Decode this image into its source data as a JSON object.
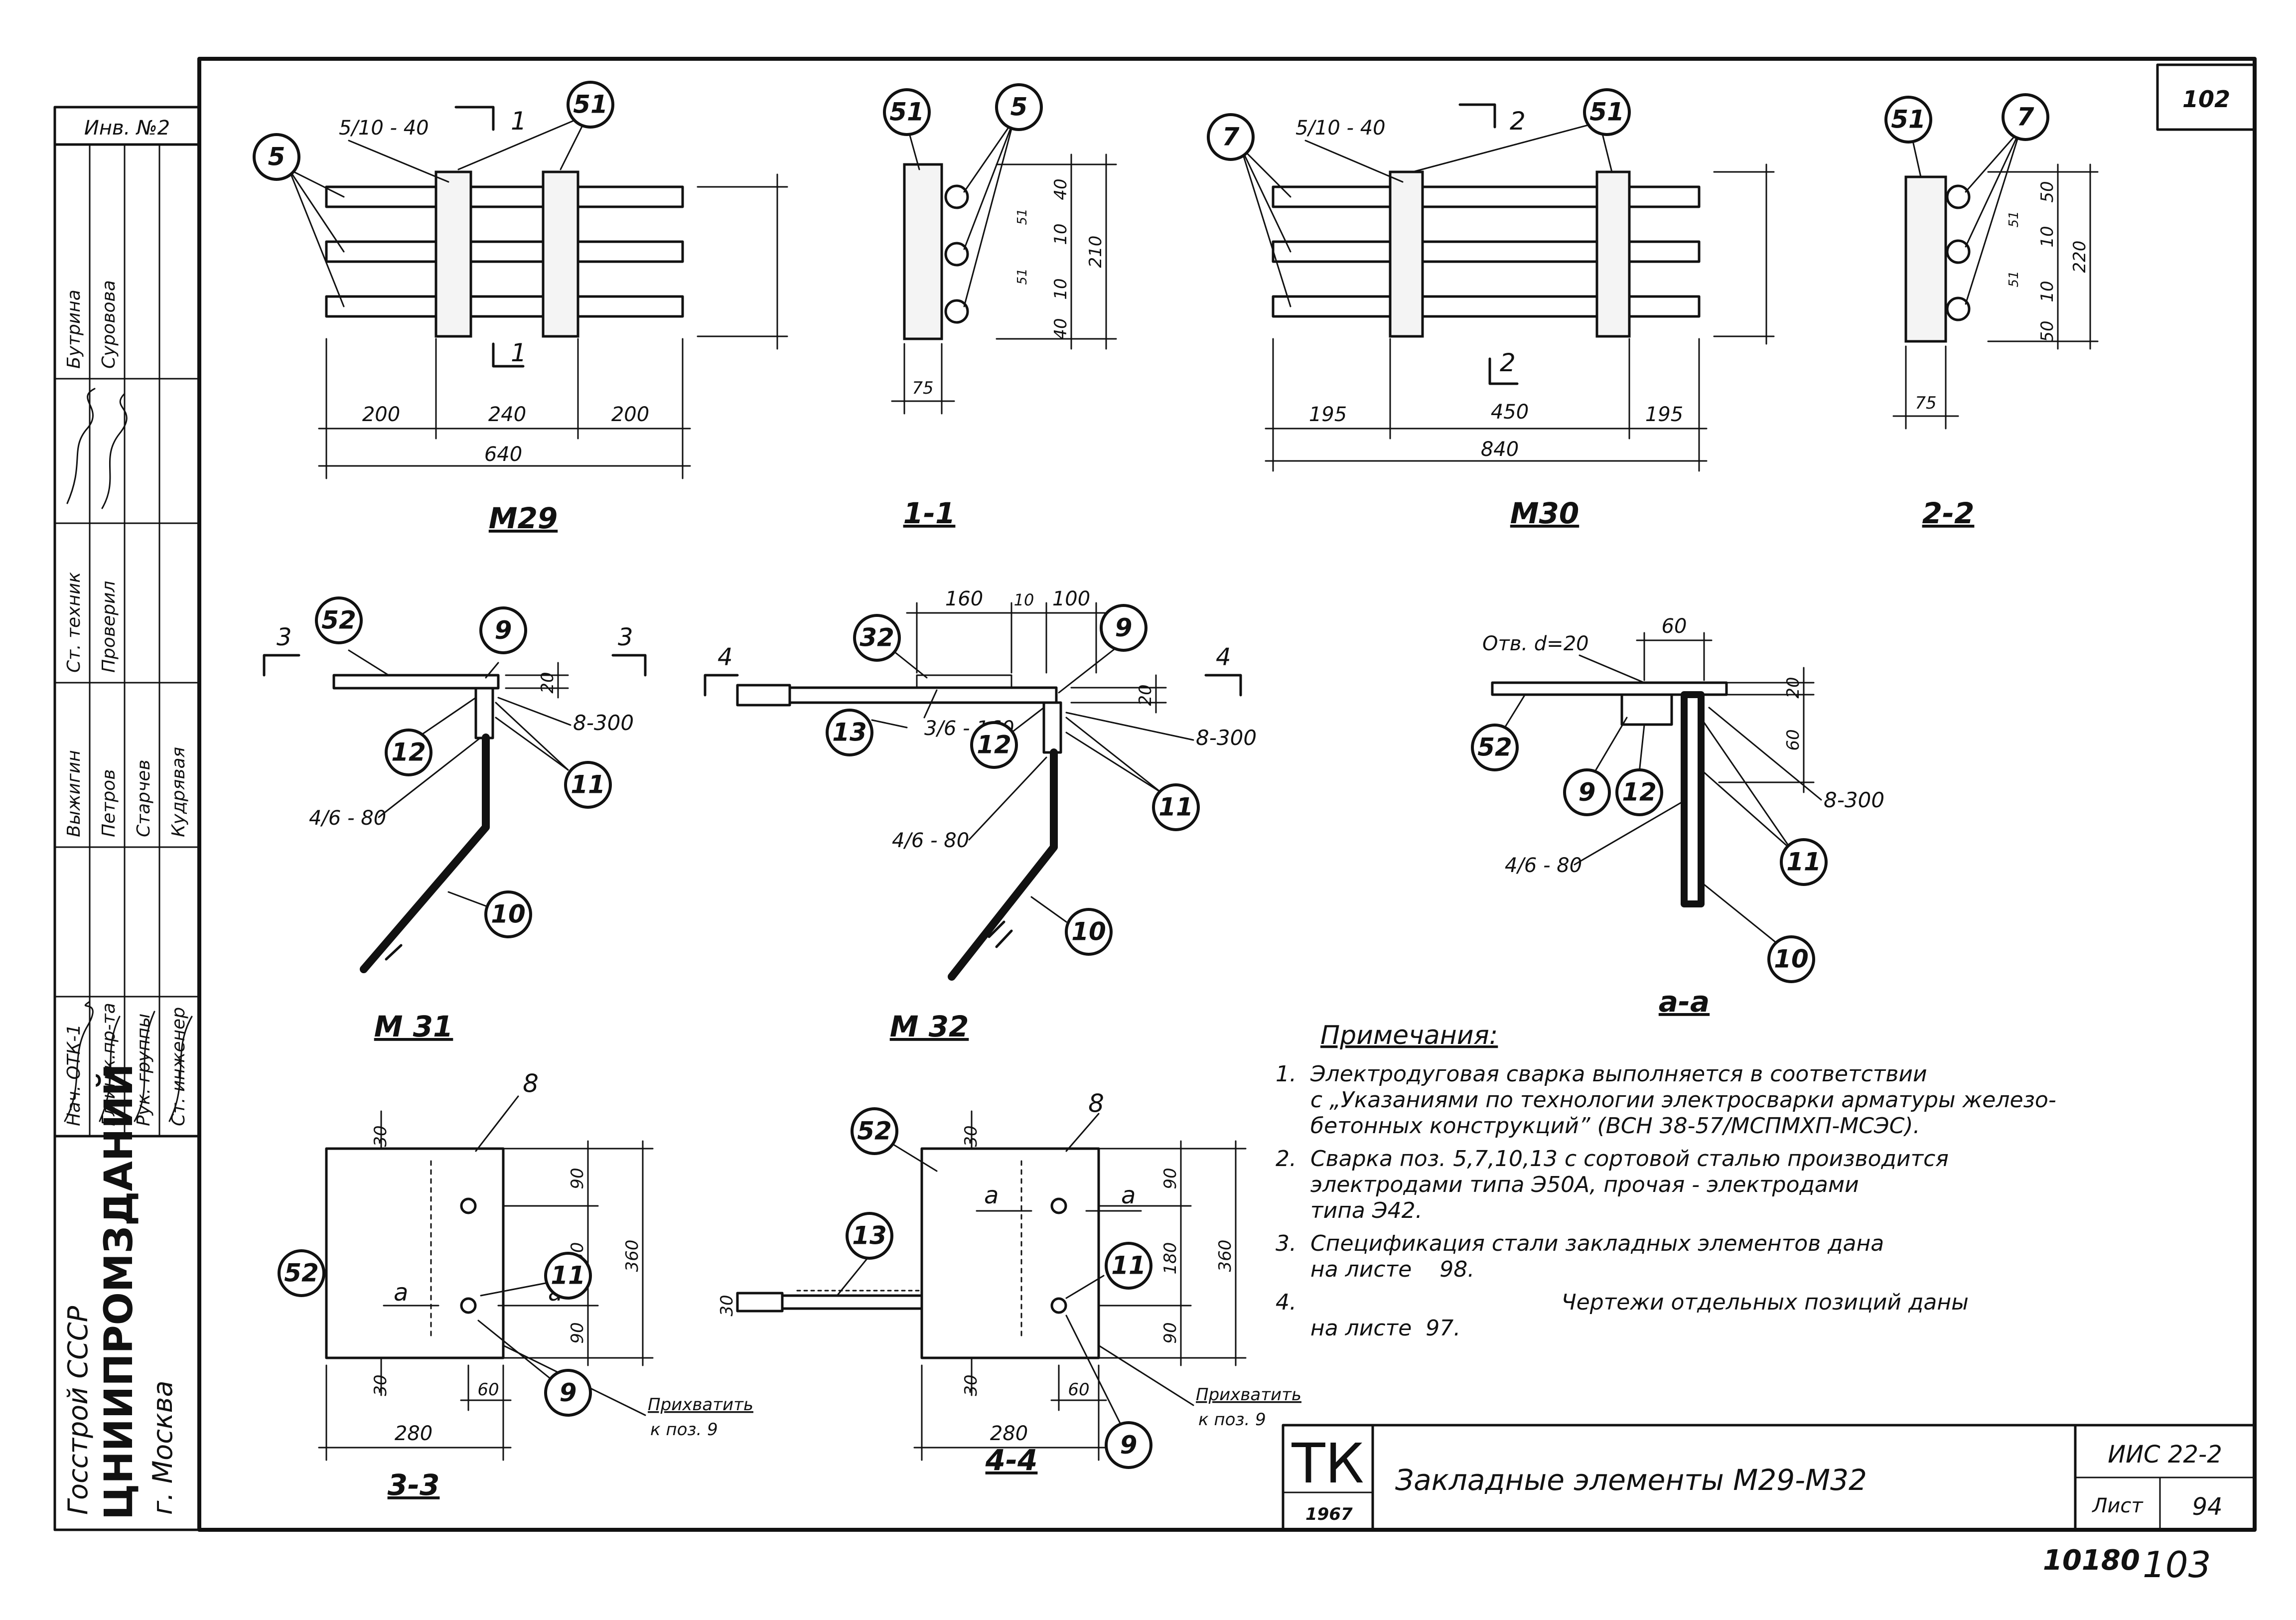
{
  "sheet": {
    "corner_mark": "102",
    "inv_label": "Инв. №2",
    "footer_number": "10180",
    "footer_page": "103"
  },
  "title_block": {
    "tk": "ТК",
    "year": "1967",
    "title": "Закладные   элементы М29-М32",
    "series": "ИИС 22-2",
    "sheet_label": "Лист",
    "sheet_no": "94"
  },
  "org": {
    "line1": "Госстрой СССР",
    "line2": "ЦНИИПРОМЗДАНИЙ",
    "line3": "г. Москва"
  },
  "stamp_rows": [
    {
      "role": "Нач. ОТК-1",
      "name": "Бутрина"
    },
    {
      "role": "Гл.инж.пр-та",
      "name": "Суровова"
    },
    {
      "role": "Рук. группы",
      "name": "Петров"
    },
    {
      "role": "Ст. инженер",
      "name": "Старчев"
    },
    {
      "role": "Ст. техник",
      "name": "Выжигин"
    },
    {
      "role": "Проверил",
      "name": "Кудрявая"
    }
  ],
  "views": {
    "m29": "М29",
    "s11": "1-1",
    "m30": "М30",
    "s22": "2-2",
    "m31": "М 31",
    "m32": "М 32",
    "saa": "а-а",
    "s33": "3-3",
    "s44": "4-4"
  },
  "callouts": [
    "5",
    "51",
    "7",
    "52",
    "9",
    "12",
    "11",
    "10",
    "32",
    "13",
    "8"
  ],
  "dims": {
    "m29": [
      "200",
      "240",
      "200",
      "640",
      "5/10 - 40",
      "1",
      "1"
    ],
    "m30": [
      "195",
      "450",
      "195",
      "840",
      "5/10 - 40",
      "2",
      "2"
    ],
    "s11": [
      "75",
      "40",
      "10",
      "10",
      "40",
      "210",
      "51",
      "51"
    ],
    "s22": [
      "75",
      "50",
      "10",
      "10",
      "50",
      "220",
      "51",
      "51"
    ],
    "m31": [
      "20",
      "8-300",
      "4/6 - 80",
      "3",
      "3"
    ],
    "m32": [
      "160",
      "10",
      "100",
      "20",
      "8-300",
      "3/6 - 160",
      "4/6 - 80",
      "4",
      "4"
    ],
    "saa": [
      "Отв. d=20",
      "60",
      "20",
      "60",
      "8-300",
      "4/6 - 80"
    ],
    "s33": [
      "30",
      "30",
      "90",
      "180",
      "90",
      "360",
      "280",
      "60",
      "а",
      "а",
      "Прихватить",
      "к поз. 9"
    ],
    "s44": [
      "30",
      "30",
      "90",
      "180",
      "90",
      "360",
      "280",
      "60",
      "30",
      "а",
      "а",
      "Прихватить",
      "к поз. 9"
    ]
  },
  "notes": {
    "heading": "Примечания:",
    "items": [
      "1.  Электродуговая сварка выполняется в соответствии",
      "     с „Указаниями по технологии электросварки арматуры железо-",
      "     бетонных конструкций” (ВСН 38-57/МСПМХП-МСЭС).",
      "2.  Сварка поз. 5,7,10,13 с сортовой сталью производится",
      "     электродами типа Э50А, прочая - электродами",
      "     типа Э42.",
      "3.  Спецификация стали закладных элементов дана",
      "     на листе    98.",
      "4.                                      Чертежи отдельных позиций даны",
      "     на листе  97."
    ]
  }
}
